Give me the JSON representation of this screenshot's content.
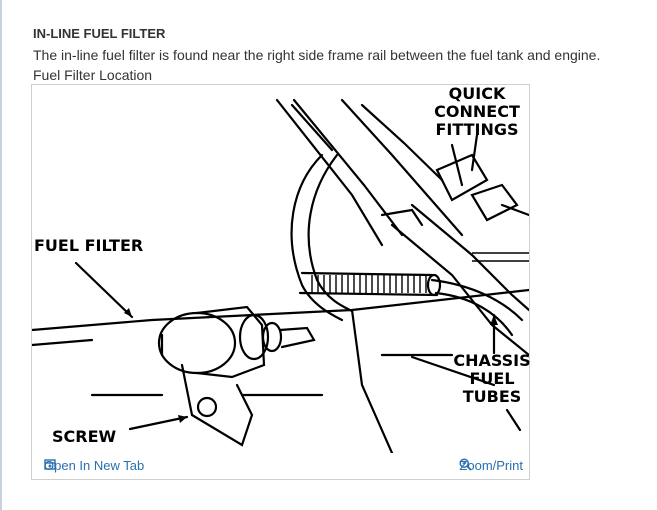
{
  "article": {
    "heading": "IN-LINE FUEL FILTER",
    "paragraph": "The in-line fuel filter is found near the right side frame rail between the fuel tank and engine.",
    "caption": "Fuel Filter Location"
  },
  "figure": {
    "labels": {
      "quick_line1": "QUICK",
      "quick_line2": "CONNECT",
      "quick_line3": "FITTINGS",
      "fuel_filter": "FUEL FILTER",
      "screw": "SCREW",
      "chassis_line1": "CHASSIS",
      "chassis_line2": "FUEL",
      "chassis_line3": "TUBES"
    },
    "toolbar": {
      "open_new_tab": "Open In New Tab",
      "zoom_print": "Zoom/Print"
    }
  },
  "colors": {
    "link": "#2a6fb0",
    "text": "#333333",
    "border": "#cfcfcf"
  }
}
